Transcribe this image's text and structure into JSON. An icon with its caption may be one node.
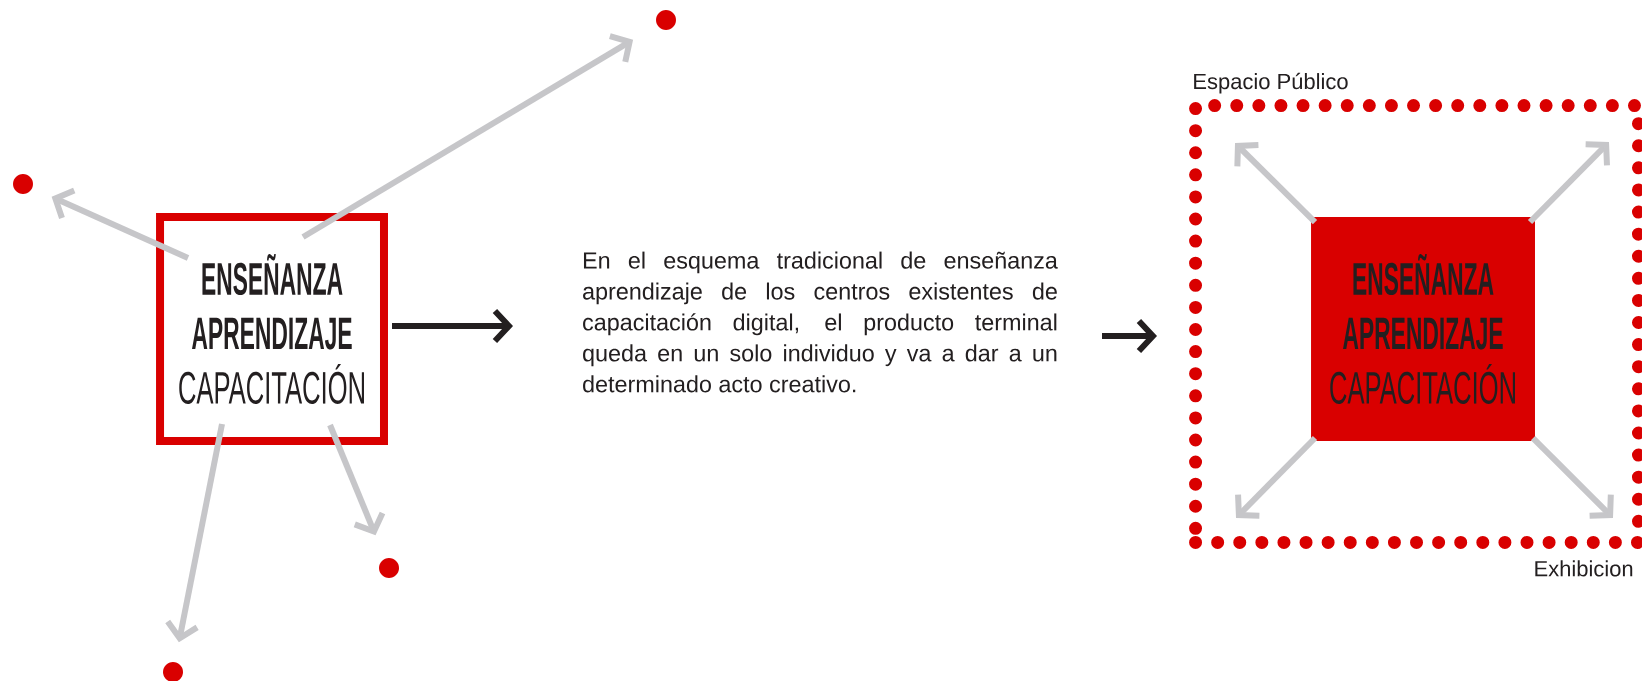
{
  "diagram": {
    "nodes": [
      {
        "text": [
          "ENSEÑANZA",
          "APRENDIZAJE",
          "CAPACITACIÓN"
        ]
      },
      {
        "text": [],
        "shape": "circle"
      },
      {
        "text": [],
        "shape": "circle"
      },
      {
        "text": [],
        "shape": "circle"
      },
      {
        "text": [],
        "shape": "circle"
      },
      {
        "text": [
          "En el esquema tradicional de enseñanza aprendizaje de los centros existentes de capacitación digital, el producto terminal queda en un solo individuo y va a dar a un determinado acto creativo."
        ]
      },
      {
        "text": [
          "Espacio Público",
          "Exhibicion"
        ]
      },
      {
        "text": [
          "ENSEÑANZA",
          "APRENDIZAJE",
          "CAPACITACIÓN"
        ],
        "in": 6
      }
    ],
    "edges": [
      {
        "from": 0,
        "to": 1,
        "arrow": "to"
      },
      {
        "from": 0,
        "to": 2,
        "arrow": "to"
      },
      {
        "from": 0,
        "to": 3,
        "arrow": "to"
      },
      {
        "from": 0,
        "to": 4,
        "arrow": "to"
      },
      {
        "from": 0,
        "to": 5,
        "arrow": "to",
        "color": "#231f20"
      },
      {
        "from": 5,
        "to": 6,
        "arrow": "to",
        "color": "#231f20"
      },
      {
        "from": 7,
        "to": null,
        "arrow": "to"
      },
      {
        "from": 7,
        "to": null,
        "arrow": "to"
      },
      {
        "from": 7,
        "to": null,
        "arrow": "to"
      },
      {
        "from": 7,
        "to": null,
        "arrow": "to"
      }
    ]
  }
}
